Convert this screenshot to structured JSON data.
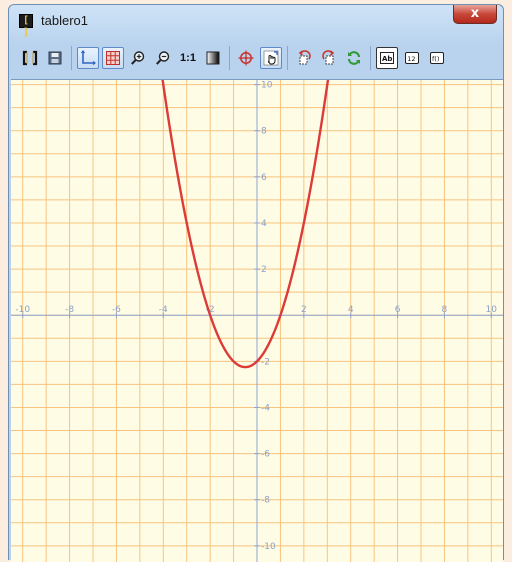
{
  "window": {
    "title": "tablero1",
    "close_label": "x",
    "app_icon_glyph": "[ ]"
  },
  "toolbar": {
    "zoom_reset_label": "1:1",
    "buttons": [
      {
        "name": "brackets-icon",
        "active": false
      },
      {
        "name": "save-icon",
        "active": false
      },
      {
        "name": "axes-icon",
        "active": true
      },
      {
        "name": "grid-icon",
        "active": true
      },
      {
        "name": "zoom-in-icon",
        "active": false
      },
      {
        "name": "zoom-out-icon",
        "active": false
      },
      {
        "name": "zoom-reset",
        "active": false
      },
      {
        "name": "contrast-icon",
        "active": false
      },
      {
        "name": "crosshair-icon",
        "active": false
      },
      {
        "name": "hand-pointer-icon",
        "active": true
      },
      {
        "name": "rotate-left-icon",
        "active": false
      },
      {
        "name": "rotate-right-icon",
        "active": false
      },
      {
        "name": "refresh-icon",
        "active": false
      },
      {
        "name": "text-box-icon",
        "active": false
      },
      {
        "name": "number-box-icon",
        "active": false
      },
      {
        "name": "function-box-icon",
        "active": false
      }
    ],
    "number_box_text": "12",
    "function_box_text": "f()"
  },
  "plot": {
    "x_ticks": [
      -10,
      -8,
      -6,
      -4,
      -2,
      2,
      4,
      6,
      8,
      10
    ],
    "y_ticks": [
      10,
      8,
      6,
      4,
      2,
      -2,
      -4,
      -6,
      -8,
      -10
    ],
    "x_tick_labels": [
      "-10",
      "-8",
      "-6",
      "-4",
      "-2",
      "2",
      "4",
      "6",
      "8",
      "10"
    ],
    "y_tick_labels": [
      "10",
      "8",
      "6",
      "4",
      "2",
      "-2",
      "-4",
      "-6",
      "-8",
      "-10"
    ],
    "xlim": [
      -10.5,
      10.5
    ],
    "ylim": [
      -10.7,
      10.2
    ],
    "grid_step": 1,
    "grid": true,
    "curve_function": "x^2 + x - 2",
    "curve_color": "#dc3b38"
  }
}
